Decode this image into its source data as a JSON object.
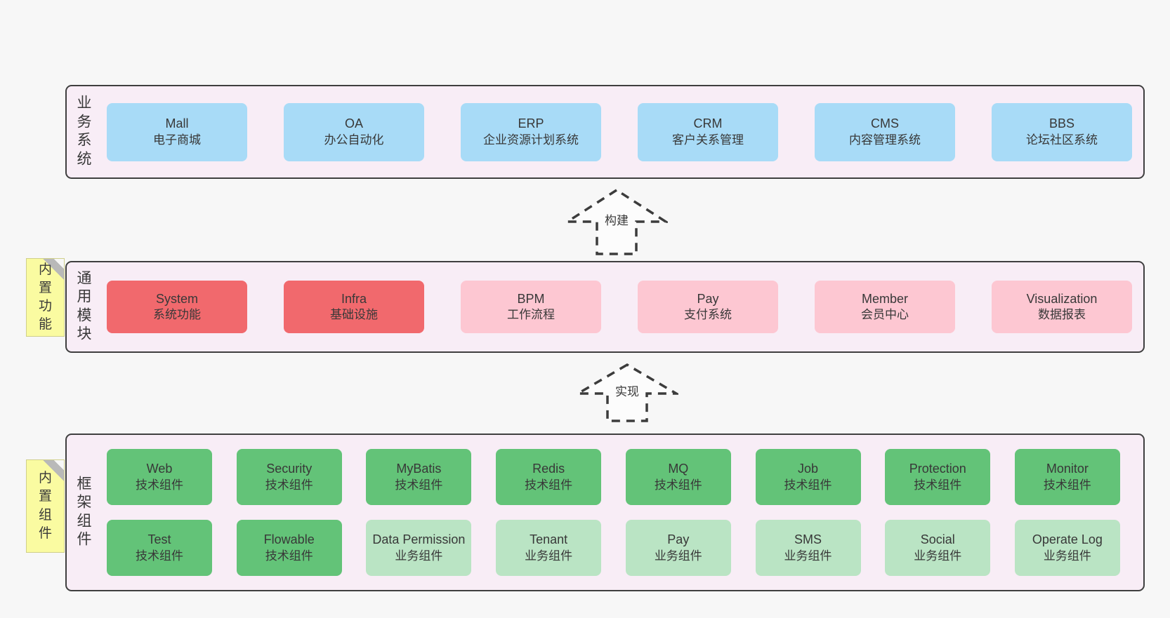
{
  "colors": {
    "page_bg": "#f7f7f7",
    "panel_bg": "#f8edf6",
    "panel_border": "#3f3f3f",
    "box_blue": "#a8dbf7",
    "box_red": "#f1696d",
    "box_pink": "#fdc7d2",
    "box_green_dark": "#63c378",
    "box_green_light": "#bae4c4",
    "note_yellow": "#fafba1",
    "text": "#383838"
  },
  "arrows": [
    {
      "label": "构建"
    },
    {
      "label": "实现"
    }
  ],
  "layers": [
    {
      "label": "业务系统",
      "boxes": [
        {
          "title": "Mall",
          "subtitle": "电子商城",
          "variant": "blue"
        },
        {
          "title": "OA",
          "subtitle": "办公自动化",
          "variant": "blue"
        },
        {
          "title": "ERP",
          "subtitle": "企业资源计划系统",
          "variant": "blue"
        },
        {
          "title": "CRM",
          "subtitle": "客户关系管理",
          "variant": "blue"
        },
        {
          "title": "CMS",
          "subtitle": "内容管理系统",
          "variant": "blue"
        },
        {
          "title": "BBS",
          "subtitle": "论坛社区系统",
          "variant": "blue"
        }
      ]
    },
    {
      "label": "通用模块",
      "note": "内置功能",
      "boxes": [
        {
          "title": "System",
          "subtitle": "系统功能",
          "variant": "red"
        },
        {
          "title": "Infra",
          "subtitle": "基础设施",
          "variant": "red"
        },
        {
          "title": "BPM",
          "subtitle": "工作流程",
          "variant": "pink"
        },
        {
          "title": "Pay",
          "subtitle": "支付系统",
          "variant": "pink"
        },
        {
          "title": "Member",
          "subtitle": "会员中心",
          "variant": "pink"
        },
        {
          "title": "Visualization",
          "subtitle": "数据报表",
          "variant": "pink"
        }
      ]
    },
    {
      "label": "框架组件",
      "note": "内置组件",
      "rows": [
        {
          "boxes": [
            {
              "title": "Web",
              "subtitle": "技术组件",
              "variant": "green-dark"
            },
            {
              "title": "Security",
              "subtitle": "技术组件",
              "variant": "green-dark"
            },
            {
              "title": "MyBatis",
              "subtitle": "技术组件",
              "variant": "green-dark"
            },
            {
              "title": "Redis",
              "subtitle": "技术组件",
              "variant": "green-dark"
            },
            {
              "title": "MQ",
              "subtitle": "技术组件",
              "variant": "green-dark"
            },
            {
              "title": "Job",
              "subtitle": "技术组件",
              "variant": "green-dark"
            },
            {
              "title": "Protection",
              "subtitle": "技术组件",
              "variant": "green-dark"
            },
            {
              "title": "Monitor",
              "subtitle": "技术组件",
              "variant": "green-dark"
            }
          ]
        },
        {
          "boxes": [
            {
              "title": "Test",
              "subtitle": "技术组件",
              "variant": "green-dark"
            },
            {
              "title": "Flowable",
              "subtitle": "技术组件",
              "variant": "green-dark"
            },
            {
              "title": "Data Permission",
              "subtitle": "业务组件",
              "variant": "green-light"
            },
            {
              "title": "Tenant",
              "subtitle": "业务组件",
              "variant": "green-light"
            },
            {
              "title": "Pay",
              "subtitle": "业务组件",
              "variant": "green-light"
            },
            {
              "title": "SMS",
              "subtitle": "业务组件",
              "variant": "green-light"
            },
            {
              "title": "Social",
              "subtitle": "业务组件",
              "variant": "green-light"
            },
            {
              "title": "Operate Log",
              "subtitle": "业务组件",
              "variant": "green-light"
            }
          ]
        }
      ]
    }
  ]
}
